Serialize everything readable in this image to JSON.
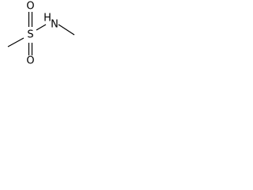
{
  "structure": {
    "atoms": {
      "sulfur": "S",
      "nitrogen": "N",
      "hydrogen": "H",
      "oxygen_top": "O",
      "oxygen_bottom": "O"
    },
    "colors": {
      "bond": "#000000",
      "text": "#000000",
      "background": "#ffffff"
    }
  }
}
